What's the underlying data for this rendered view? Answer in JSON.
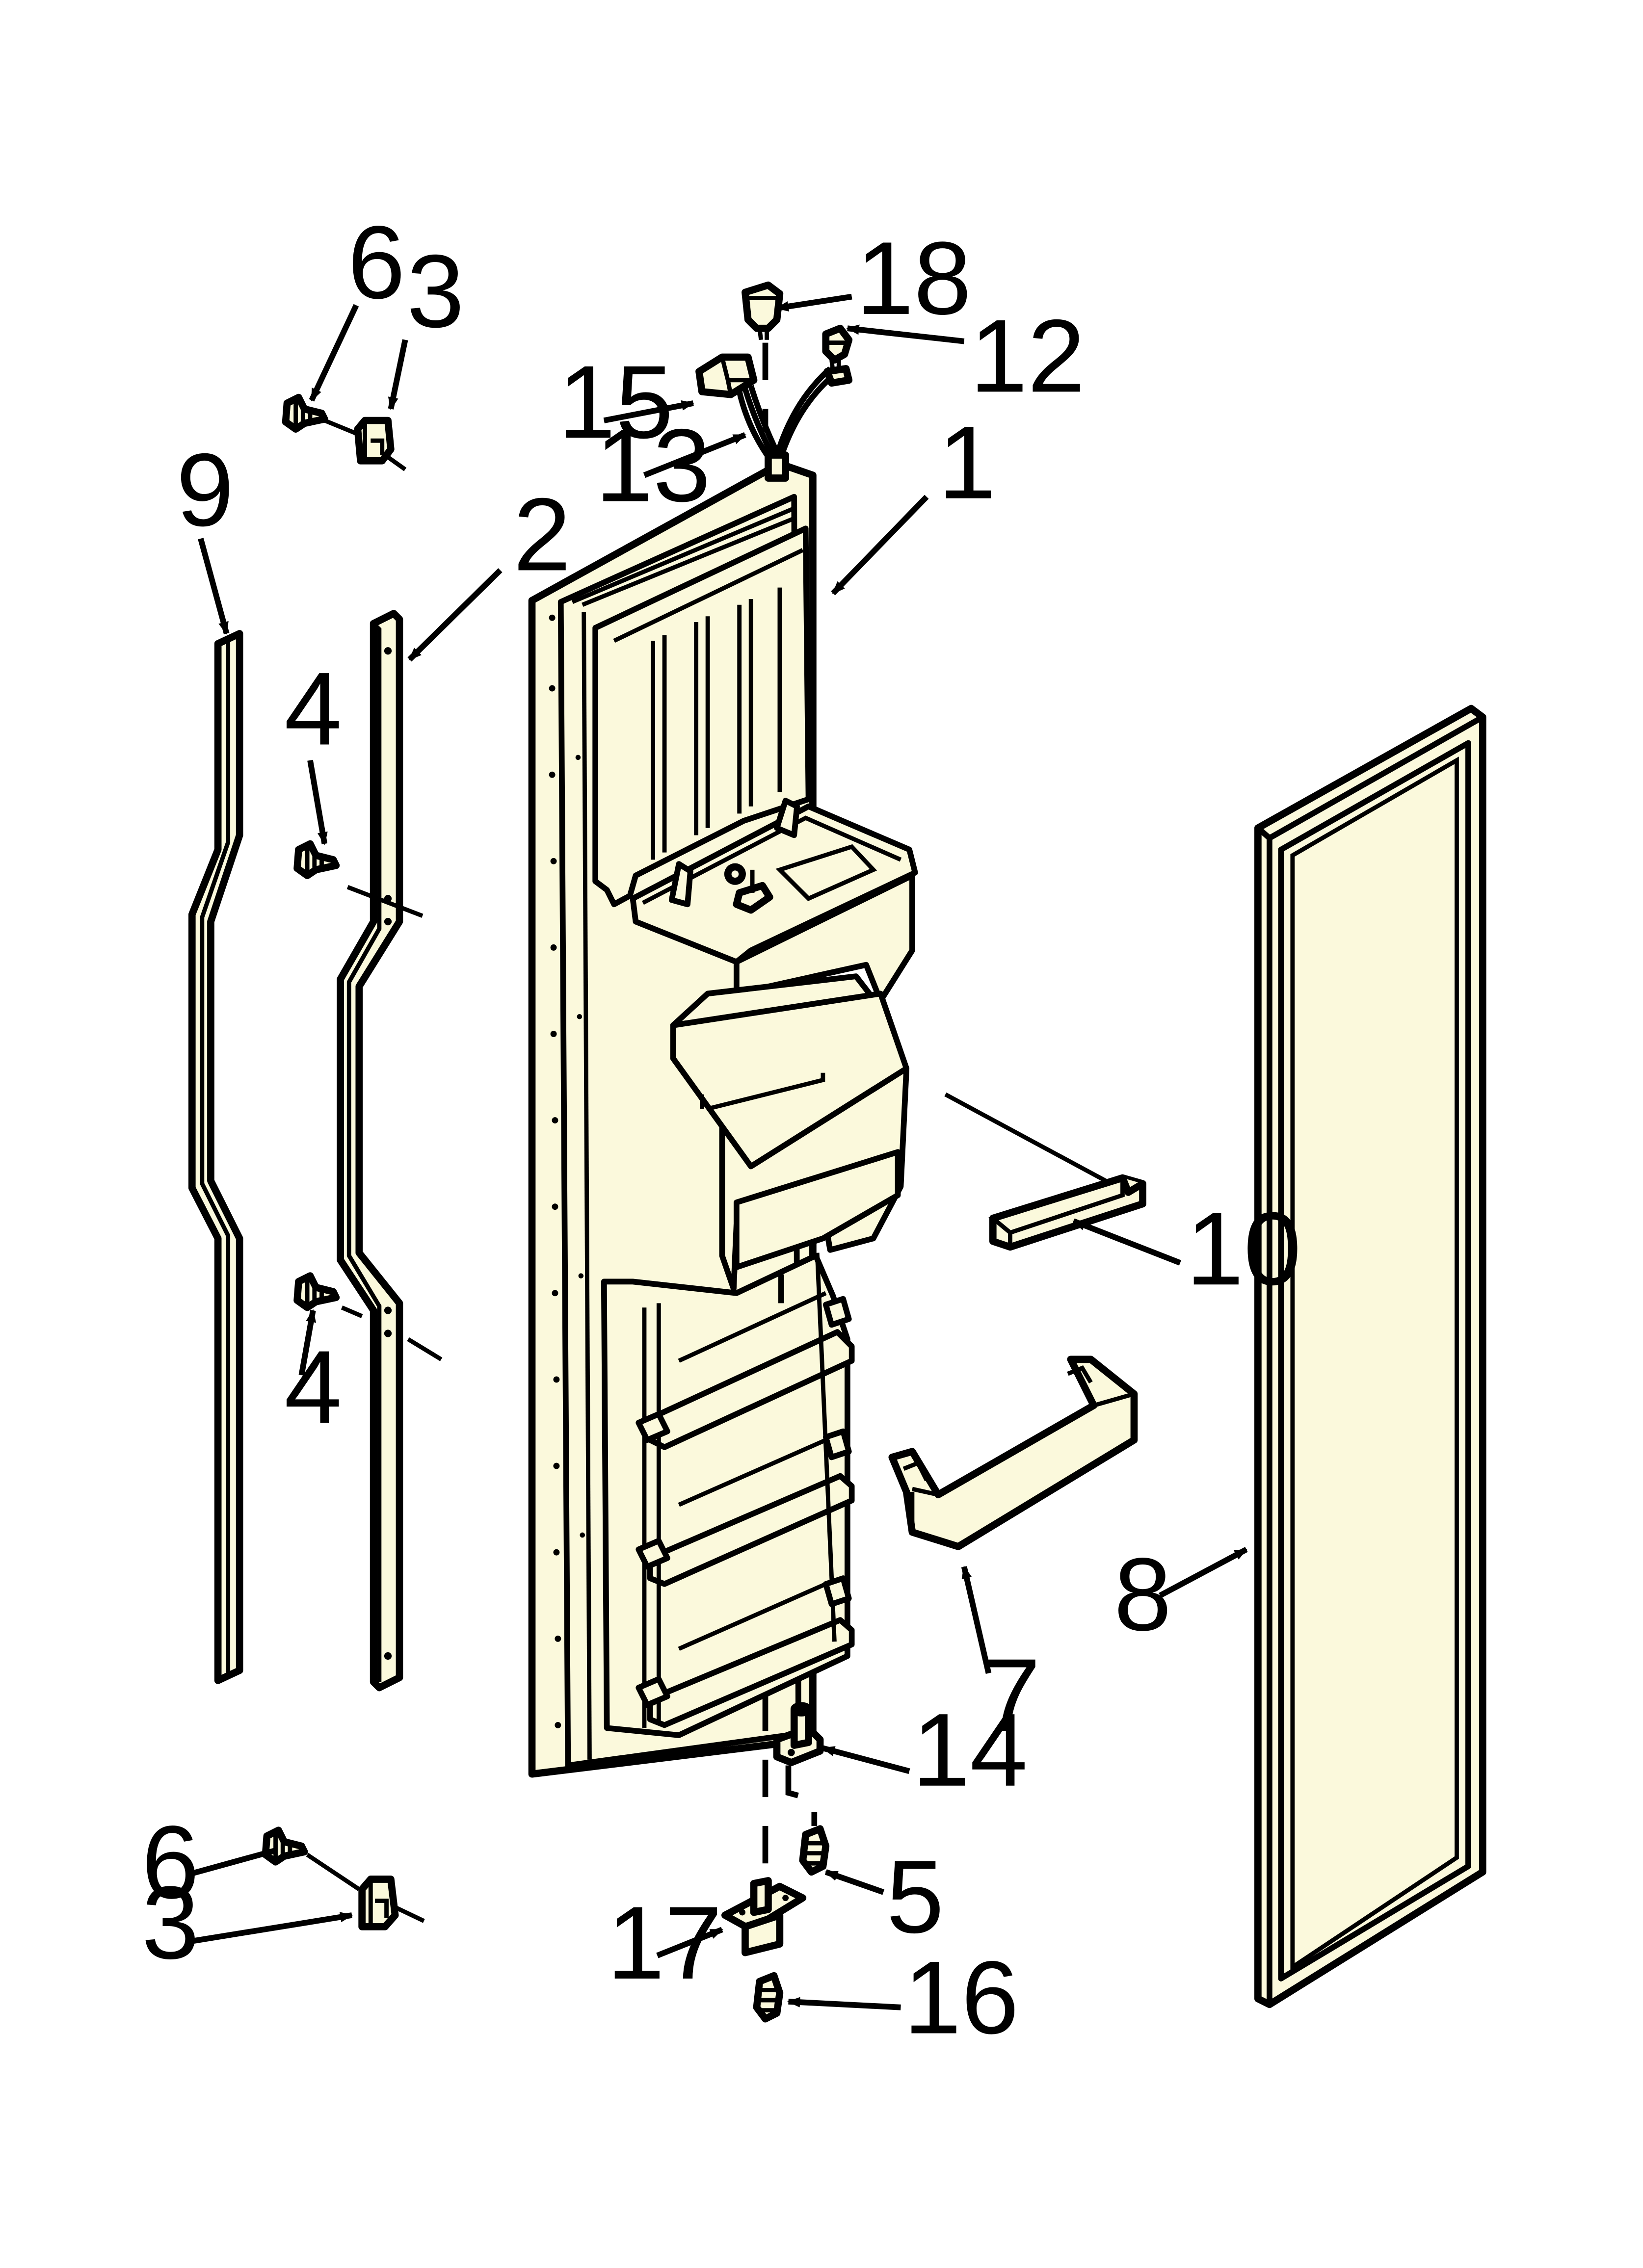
{
  "diagram": {
    "background": "#ffffff",
    "part_fill": "#fbf9dc",
    "callouts": {
      "c1": "1",
      "c2": "2",
      "c3_top": "3",
      "c3_bottom": "3",
      "c4_top": "4",
      "c4_bottom": "4",
      "c5": "5",
      "c6_top": "6",
      "c6_bottom": "6",
      "c7": "7",
      "c8": "8",
      "c9": "9",
      "c10": "10",
      "c12": "12",
      "c13": "13",
      "c14": "14",
      "c15": "15",
      "c16": "16",
      "c17": "17",
      "c18": "18"
    }
  }
}
